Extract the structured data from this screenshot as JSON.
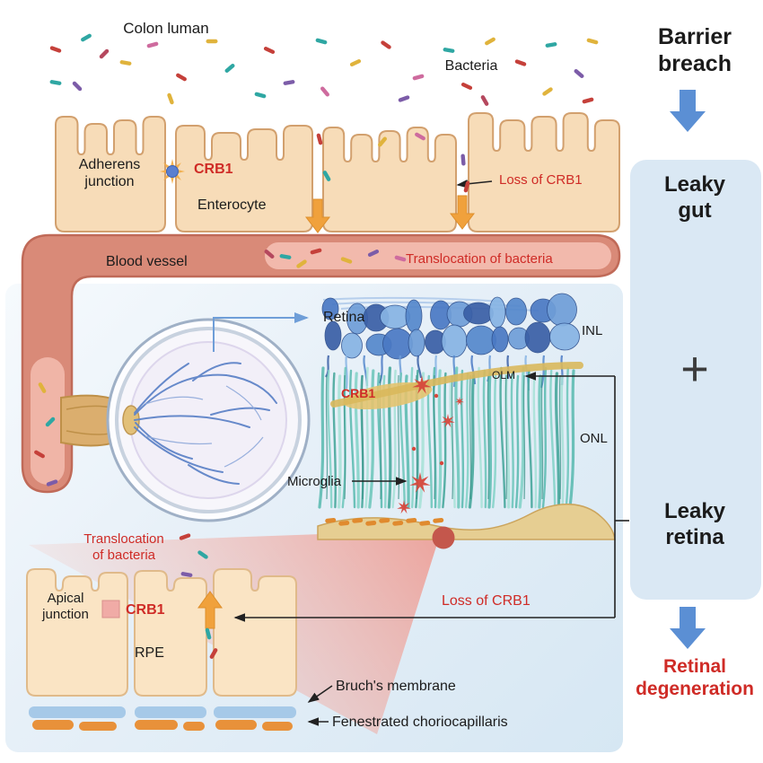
{
  "labels": {
    "colon_lumen": "Colon luman",
    "bacteria": "Bacteria",
    "adherens_junction": "Adherens junction",
    "crb1_top": "CRB1",
    "enterocyte": "Enterocyte",
    "loss_of_crb1_top": "Loss of CRB1",
    "blood_vessel": "Blood vessel",
    "translocation_top": "Translocation of bacteria",
    "retina": "Retina",
    "inl": "INL",
    "olm": "OLM",
    "onl": "ONL",
    "crb1_retina": "CRB1",
    "microglia": "Microglia",
    "translocation_bottom": "Translocation of bacteria",
    "apical_junction": "Apical junction",
    "crb1_bottom": "CRB1",
    "rpe": "RPE",
    "loss_of_crb1_bottom": "Loss of CRB1",
    "bruchs_membrane": "Bruch's membrane",
    "fenestrated_choriocapillaris": "Fenestrated choriocapillaris"
  },
  "flow": {
    "barrier_breach": "Barrier breach",
    "leaky_gut": "Leaky gut",
    "plus": "+",
    "leaky_retina": "Leaky retina",
    "retinal_degeneration": "Retinal degeneration"
  },
  "colors": {
    "red_text": "#cf2b26",
    "ink": "#1b1b1b",
    "flow_arrow_blue": "#5b8fd4",
    "panel_blue": "#dae8f4",
    "cell_fill": "#f7dcb8",
    "cell_stroke": "#d2a06e",
    "rpe_cell_fill": "#fae4c4",
    "rpe_cell_stroke": "#e0ba8a",
    "vessel_fill": "#d98a78",
    "vessel_stroke": "#c06a58",
    "vessel_inner": "#f2b9ac",
    "orange_arrow": "#f0a13c",
    "bruchs_blue": "#a6c9e8",
    "choriocapillaris_orange": "#e8913a",
    "microglia_red": "#d6473c",
    "bacteria_palette": [
      "#c5403a",
      "#2fa7a3",
      "#e0b33c",
      "#ce6b9e",
      "#7c5ca8",
      "#b5485e"
    ],
    "retina_blues": [
      "#4a79c4",
      "#6f9ed8",
      "#3a5fa6",
      "#87b4e4",
      "#5588cc"
    ],
    "retina_teals": [
      "#56b8ae",
      "#7fd1c6",
      "#3ea396",
      "#a5e0d6",
      "#68c4b8"
    ]
  }
}
